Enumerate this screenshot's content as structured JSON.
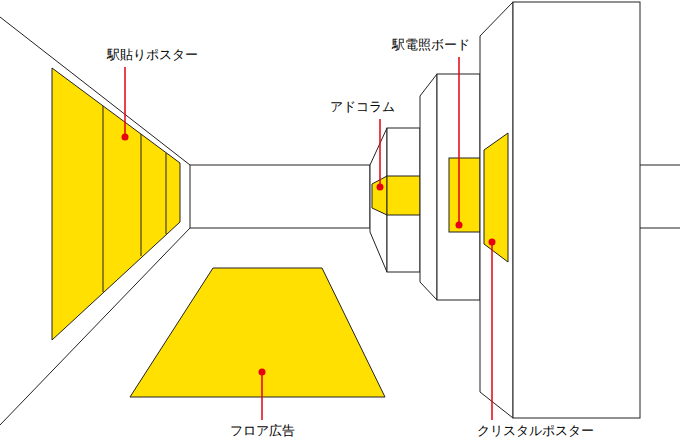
{
  "diagram": {
    "labels": [
      "駅貼りポスター",
      "アドコラム",
      "駅電照ボード",
      "フロア広告",
      "クリスタルポスター"
    ]
  }
}
